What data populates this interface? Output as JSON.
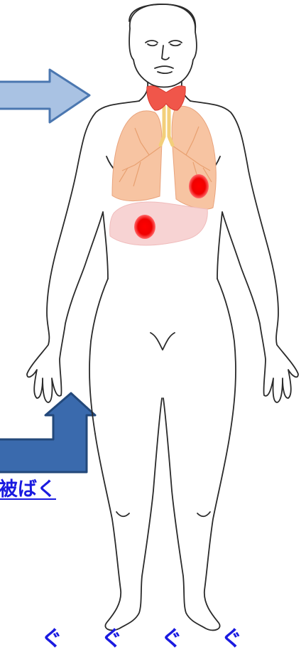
{
  "labels": {
    "exposure": "被ばく",
    "bottom_partial": "ぐ  ぐ  ぐ  ぐ"
  },
  "organs": [
    "thyroid",
    "lungs",
    "trachea",
    "liver"
  ],
  "colors": {
    "thyroid": "#f0564a",
    "lung_fill": "#f7c4a2",
    "lung_vessels": "#e8a070",
    "trachea": "#f3cf7a",
    "liver": "#f7d3d3",
    "lesion": "#f00000",
    "arrow_upper_fill": "#a9c2e3",
    "arrow_upper_stroke": "#4b77b0",
    "arrow_lower_fill": "#3a6aad",
    "arrow_lower_stroke": "#23487a",
    "label_text": "#1a1ae0"
  },
  "icons": [
    "right-arrow-icon",
    "up-bent-arrow-icon"
  ]
}
